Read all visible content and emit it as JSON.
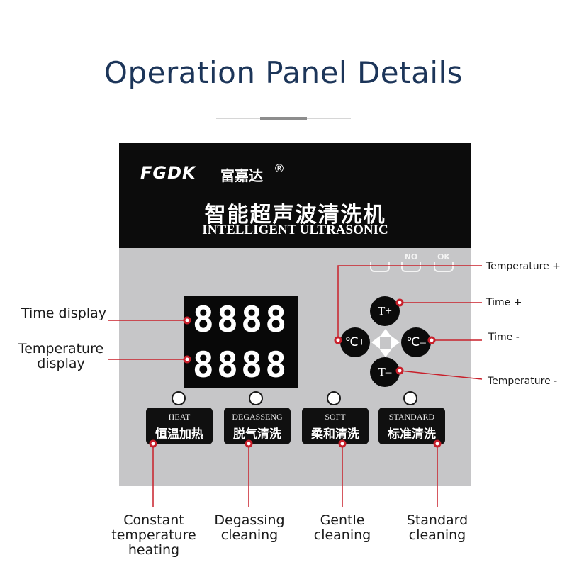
{
  "title": "Operation Panel Details",
  "panel": {
    "brand_latin": "FGDK",
    "brand_cn": "富嘉达",
    "brand_reg": "®",
    "product_cn": "智能超声波清洗机",
    "product_en": "INTELLIGENT ULTRASONIC",
    "status_icons": [
      {
        "name": "ultrasonic-basin-icon",
        "label": ""
      },
      {
        "name": "no-basin-icon",
        "label": "NO"
      },
      {
        "name": "ok-basin-icon",
        "label": "OK"
      }
    ],
    "time_display": "8888",
    "temperature_display": "8888",
    "modes": [
      {
        "en": "HEAT",
        "cn": "恒温加热"
      },
      {
        "en": "DEGASSENG",
        "cn": "脱气清洗"
      },
      {
        "en": "SOFT",
        "cn": "柔和清洗"
      },
      {
        "en": "STANDARD",
        "cn": "标准清洗"
      }
    ],
    "buttons": {
      "t_plus": "T+",
      "t_minus": "T–",
      "c_plus": "℃+",
      "c_minus": "℃–"
    }
  },
  "callouts": {
    "time_display": "Time display",
    "temperature_display_line1": "Temperature",
    "temperature_display_line2": "display",
    "temperature_plus": "Temperature +",
    "time_plus": "Time +",
    "time_minus": "Time -",
    "temperature_minus": "Temperature -",
    "heat_line1": "Constant",
    "heat_line2": "temperature",
    "heat_line3": "heating",
    "degas_line1": "Degassing",
    "degas_line2": "cleaning",
    "soft_line1": "Gentle",
    "soft_line2": "cleaning",
    "standard_line1": "Standard",
    "standard_line2": "cleaning"
  },
  "colors": {
    "title": "#1c3559",
    "panel_gray": "#c6c6c8",
    "panel_black": "#0c0c0c",
    "callout_red": "#c8202b"
  }
}
